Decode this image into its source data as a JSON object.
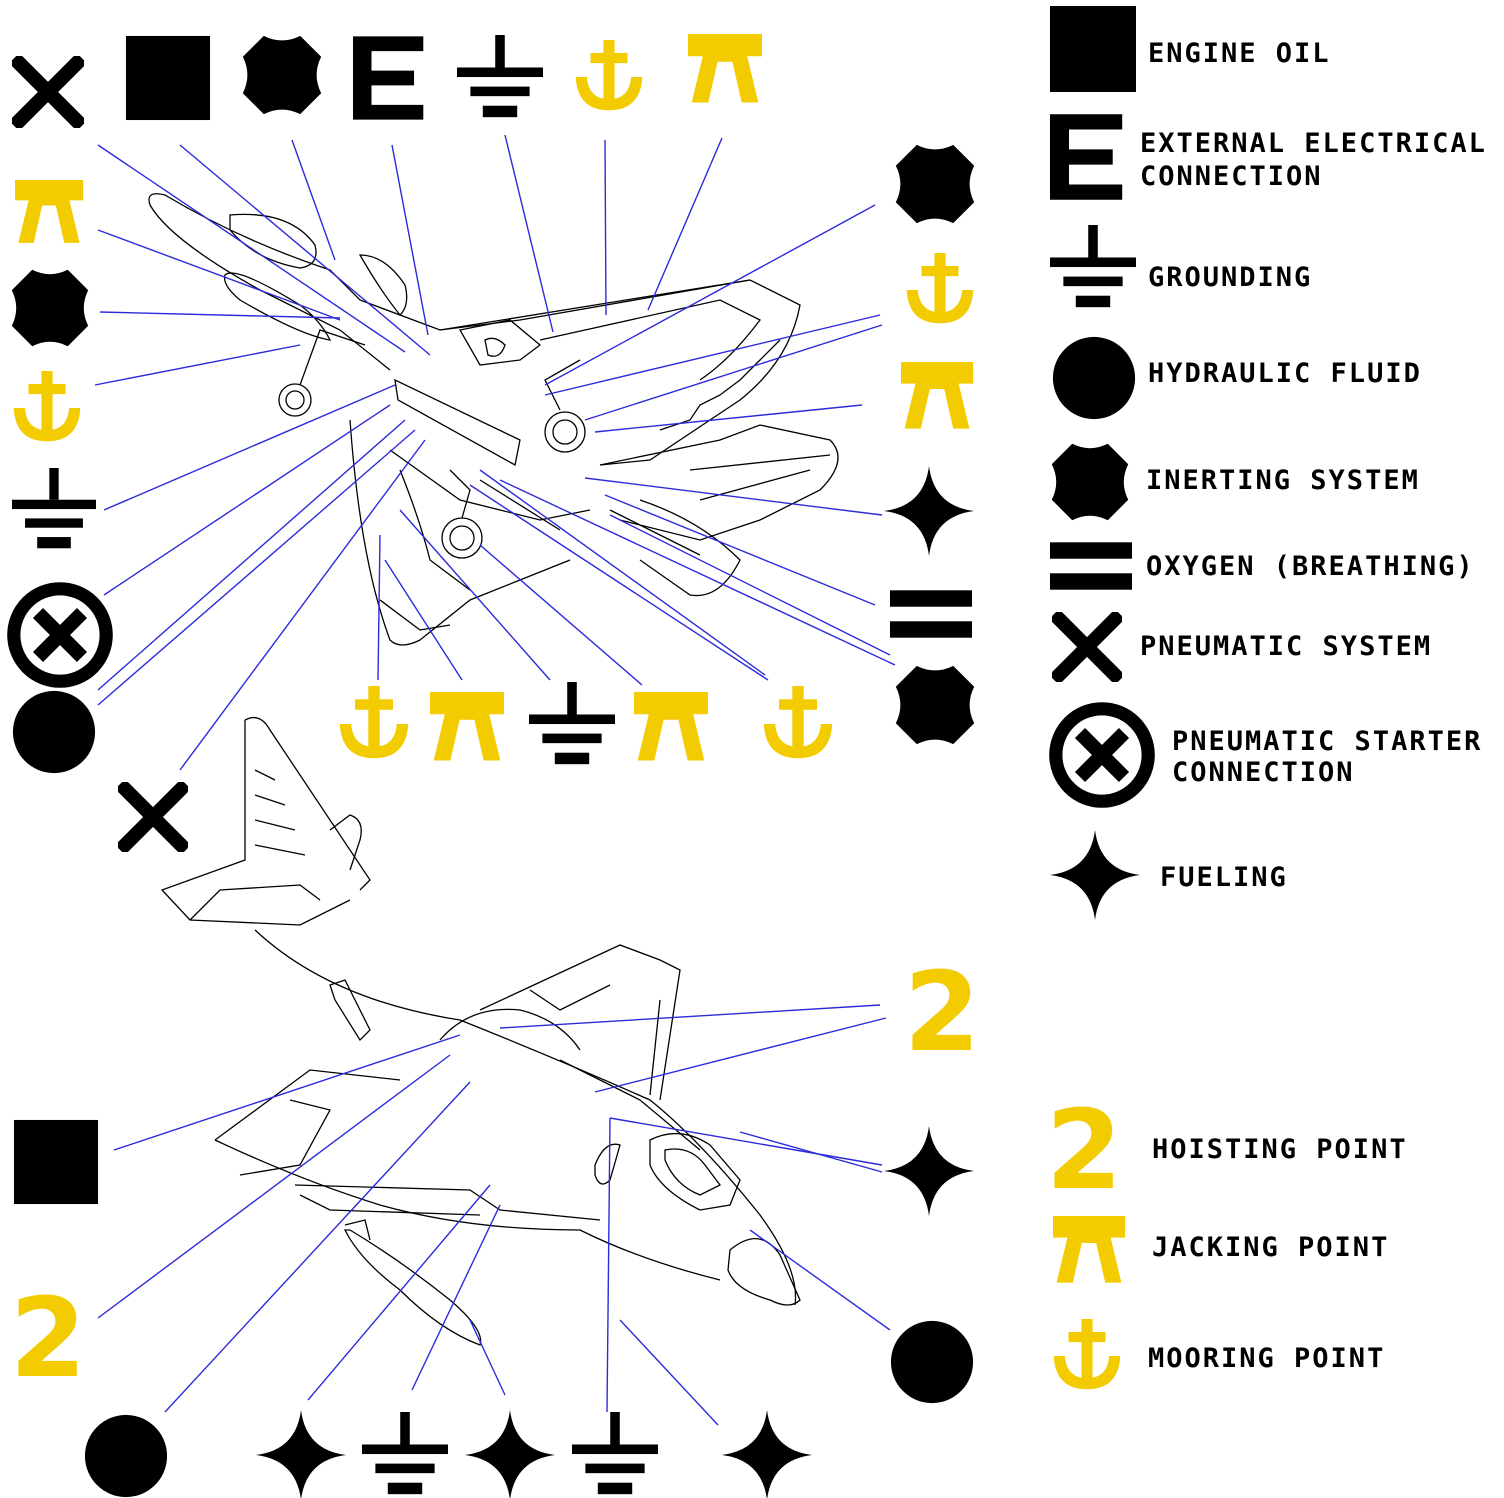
{
  "colors": {
    "black": "#000000",
    "yellow": "#f2cc00",
    "leader": "#2b2bdc",
    "outline": "#000000"
  },
  "legend": {
    "engine_oil": "ENGINE OIL",
    "external_electrical_1": "EXTERNAL ELECTRICAL",
    "external_electrical_2": "CONNECTION",
    "grounding": "GROUNDING",
    "hydraulic_fluid": "HYDRAULIC FLUID",
    "inerting_system": "INERTING SYSTEM",
    "oxygen": "OXYGEN (BREATHING)",
    "pneumatic_system": "PNEUMATIC SYSTEM",
    "pneumatic_starter_1": "PNEUMATIC STARTER",
    "pneumatic_starter_2": "CONNECTION",
    "fueling": "FUELING",
    "hoisting_point": "HOISTING POINT",
    "jacking_point": "JACKING POINT",
    "mooring_point": "MOORING POINT"
  },
  "hoisting_digit": "2",
  "symbol_icons": [
    "engine-oil-square",
    "external-electrical-e",
    "grounding",
    "hydraulic-circle",
    "inerting-octagon",
    "oxygen-bars",
    "pneumatic-x",
    "pneumatic-starter-circle-x",
    "fueling-star",
    "hoisting-2",
    "jacking-table",
    "mooring-anchor"
  ]
}
